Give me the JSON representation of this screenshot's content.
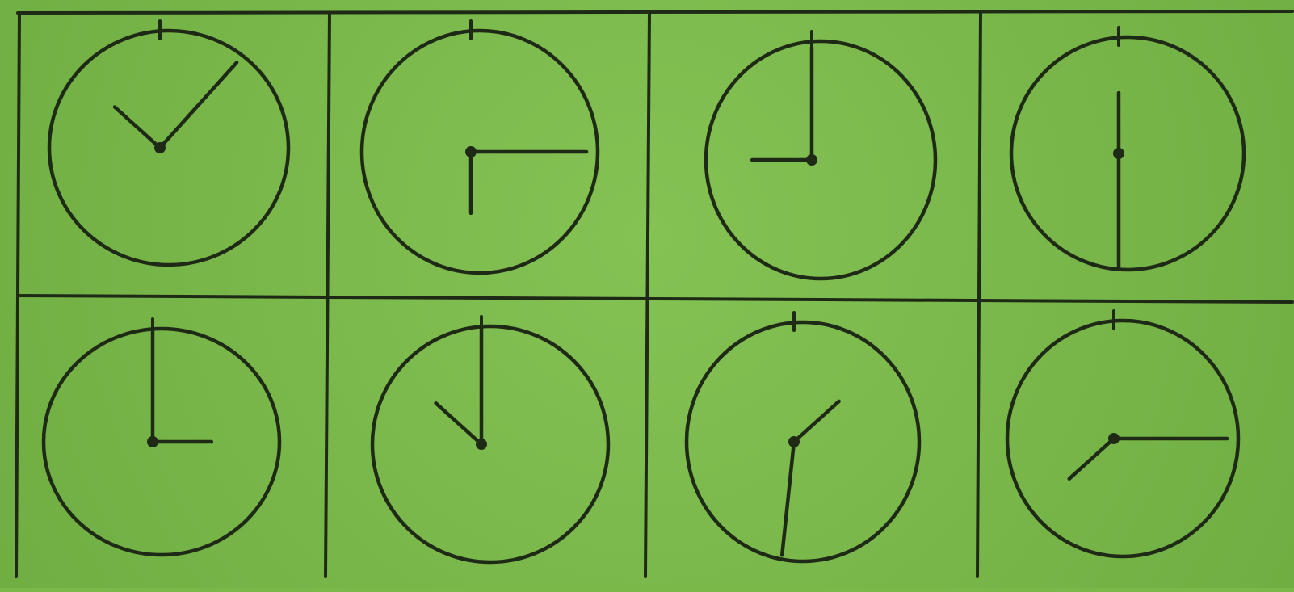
{
  "palette": {
    "paper": "#7ab84a",
    "ink": "#1f2a16"
  },
  "clocks": [
    {
      "row": 1,
      "col": 1,
      "hour_hand_minutes": 52,
      "minute_hand_minutes": 7
    },
    {
      "row": 1,
      "col": 2,
      "hour_hand_minutes": 30,
      "minute_hand_minutes": 15
    },
    {
      "row": 1,
      "col": 3,
      "hour_hand_minutes": 45,
      "minute_hand_minutes": 0
    },
    {
      "row": 1,
      "col": 4,
      "hour_hand_minutes": 0,
      "minute_hand_minutes": 30
    },
    {
      "row": 2,
      "col": 1,
      "hour_hand_minutes": 15,
      "minute_hand_minutes": 0
    },
    {
      "row": 2,
      "col": 2,
      "hour_hand_minutes": 52,
      "minute_hand_minutes": 0
    },
    {
      "row": 2,
      "col": 3,
      "hour_hand_minutes": 8,
      "minute_hand_minutes": 31
    },
    {
      "row": 2,
      "col": 4,
      "hour_hand_minutes": 38,
      "minute_hand_minutes": 15
    }
  ]
}
